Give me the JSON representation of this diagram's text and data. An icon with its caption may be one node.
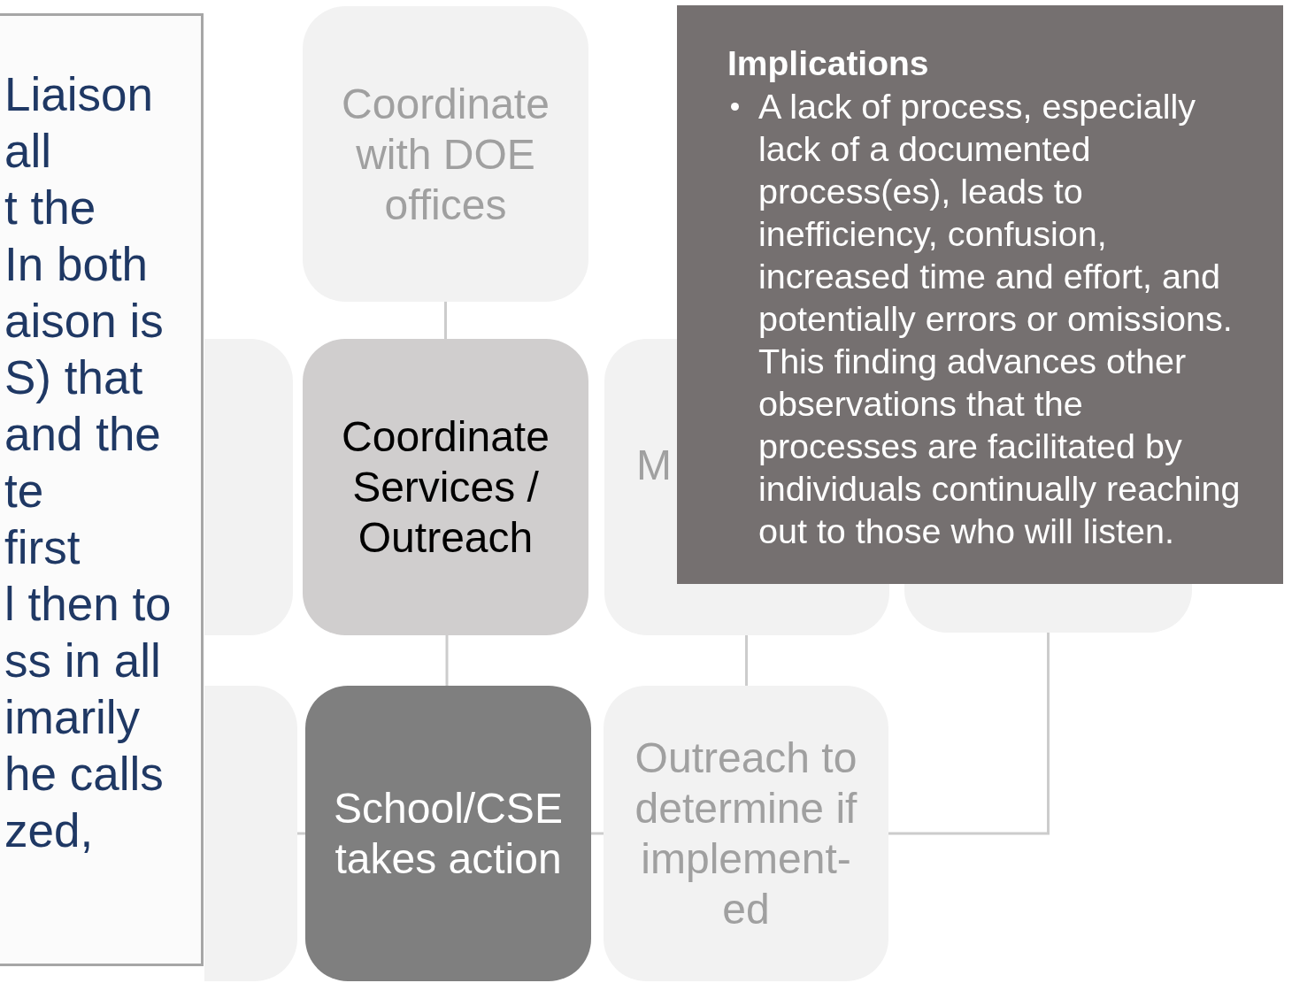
{
  "diagram": {
    "nodes": [
      {
        "text": [
          "Liaison",
          "all",
          "t the",
          "In both",
          "aison is",
          "S) that",
          "and the",
          "te",
          "first",
          "l then to",
          "ss in all",
          "imarily",
          "he calls",
          "zed,"
        ]
      },
      {
        "text": [
          "Coordinate with DOE offices"
        ]
      },
      {
        "text": [
          "Implications",
          "A lack of process, especially lack of a documented process(es), leads to inefficiency, confusion, increased time and effort, and potentially errors or omissions. This finding advances other observations that the processes are facilitated by individuals continually reaching out to those who will listen."
        ]
      },
      {
        "text": [],
        "shape": "box"
      },
      {
        "text": [
          "Coordinate Services / Outreach"
        ]
      },
      {
        "text": [
          "M"
        ]
      },
      {
        "text": [],
        "shape": "box"
      },
      {
        "text": [],
        "shape": "box"
      },
      {
        "text": [
          "School/CSE takes action"
        ]
      },
      {
        "text": [
          "Outreach to determine if implement- ed"
        ]
      }
    ],
    "edges": [
      {
        "from": 1,
        "to": 4,
        "arrow": "none"
      },
      {
        "from": 4,
        "to": 8,
        "arrow": "none"
      },
      {
        "from": 7,
        "to": 8,
        "arrow": "none"
      },
      {
        "from": 8,
        "to": 9,
        "arrow": "none"
      },
      {
        "from": 5,
        "to": 9,
        "arrow": "none"
      },
      {
        "from": 6,
        "to": 9,
        "arrow": "none"
      }
    ]
  }
}
